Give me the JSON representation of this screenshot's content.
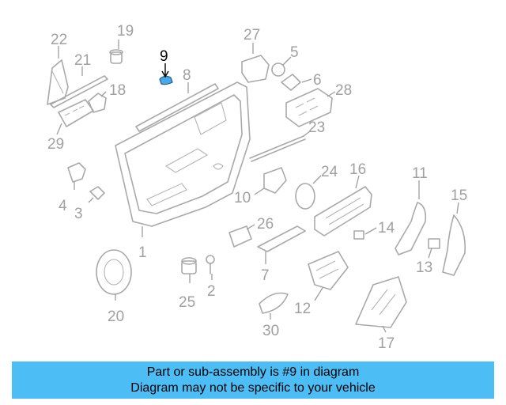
{
  "highlighted_part": "9",
  "callouts": {
    "c1": "1",
    "c2": "2",
    "c3": "3",
    "c4": "4",
    "c5": "5",
    "c6": "6",
    "c8": "8",
    "c9": "9",
    "c10": "10",
    "c11": "11",
    "c12": "12",
    "c13": "13",
    "c14": "14",
    "c15": "15",
    "c16": "16",
    "c17": "17",
    "c18": "18",
    "c19": "19",
    "c20": "20",
    "c21": "21",
    "c22": "22",
    "c23": "23",
    "c24": "24",
    "c25": "25",
    "c26": "26",
    "c27": "27",
    "c28": "28",
    "c29": "29",
    "c30": "30",
    "c7": "7"
  },
  "banner": {
    "line1": "Part or sub-assembly is #9 in diagram",
    "line2": "Diagram may not be specific to your vehicle"
  },
  "colors": {
    "banner_bg": "#4dbdf5",
    "highlight_part": "#4aa8e8",
    "line_art": "#a9a9a9"
  }
}
